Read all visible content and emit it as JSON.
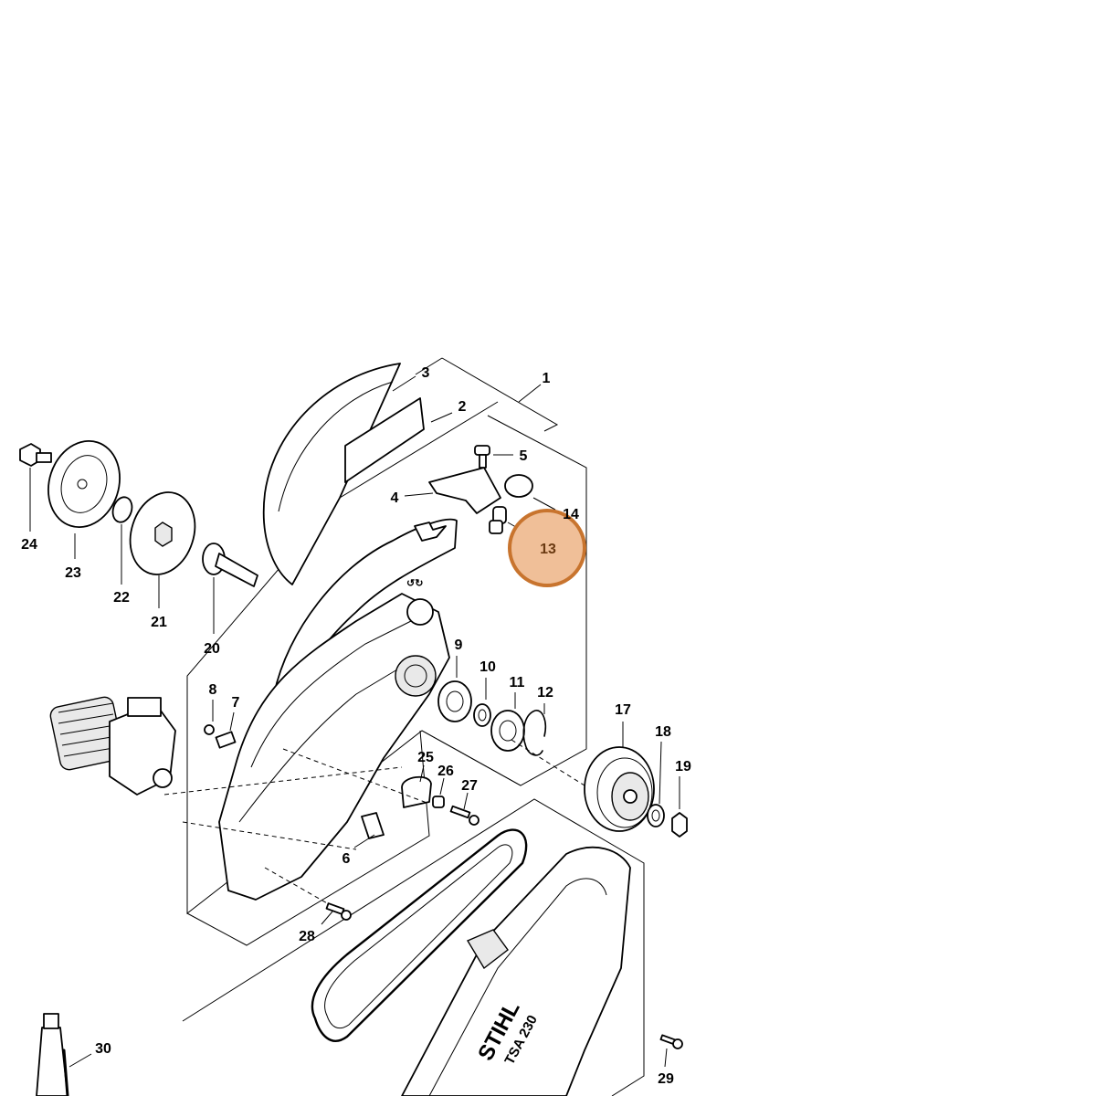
{
  "colors": {
    "line": "#000000",
    "background": "#ffffff",
    "highlight_fill": "#f0bf98",
    "highlight_stroke": "#c8742e",
    "highlight_text": "#6a3a12"
  },
  "highlighted_part": "13",
  "labels": [
    {
      "id": "1",
      "text": "1"
    },
    {
      "id": "2",
      "text": "2"
    },
    {
      "id": "3",
      "text": "3"
    },
    {
      "id": "4",
      "text": "4"
    },
    {
      "id": "5",
      "text": "5"
    },
    {
      "id": "6",
      "text": "6"
    },
    {
      "id": "7",
      "text": "7"
    },
    {
      "id": "8",
      "text": "8"
    },
    {
      "id": "9",
      "text": "9"
    },
    {
      "id": "10",
      "text": "10"
    },
    {
      "id": "11",
      "text": "11"
    },
    {
      "id": "12",
      "text": "12"
    },
    {
      "id": "13",
      "text": "13"
    },
    {
      "id": "14",
      "text": "14"
    },
    {
      "id": "17",
      "text": "17"
    },
    {
      "id": "18",
      "text": "18"
    },
    {
      "id": "19",
      "text": "19"
    },
    {
      "id": "20",
      "text": "20"
    },
    {
      "id": "21",
      "text": "21"
    },
    {
      "id": "22",
      "text": "22"
    },
    {
      "id": "23",
      "text": "23"
    },
    {
      "id": "24",
      "text": "24"
    },
    {
      "id": "25",
      "text": "25"
    },
    {
      "id": "26",
      "text": "26"
    },
    {
      "id": "27",
      "text": "27"
    },
    {
      "id": "28",
      "text": "28"
    },
    {
      "id": "29",
      "text": "29"
    },
    {
      "id": "30",
      "text": "30"
    }
  ],
  "logo": {
    "brand": "STIHL",
    "model": "TSA 230"
  }
}
